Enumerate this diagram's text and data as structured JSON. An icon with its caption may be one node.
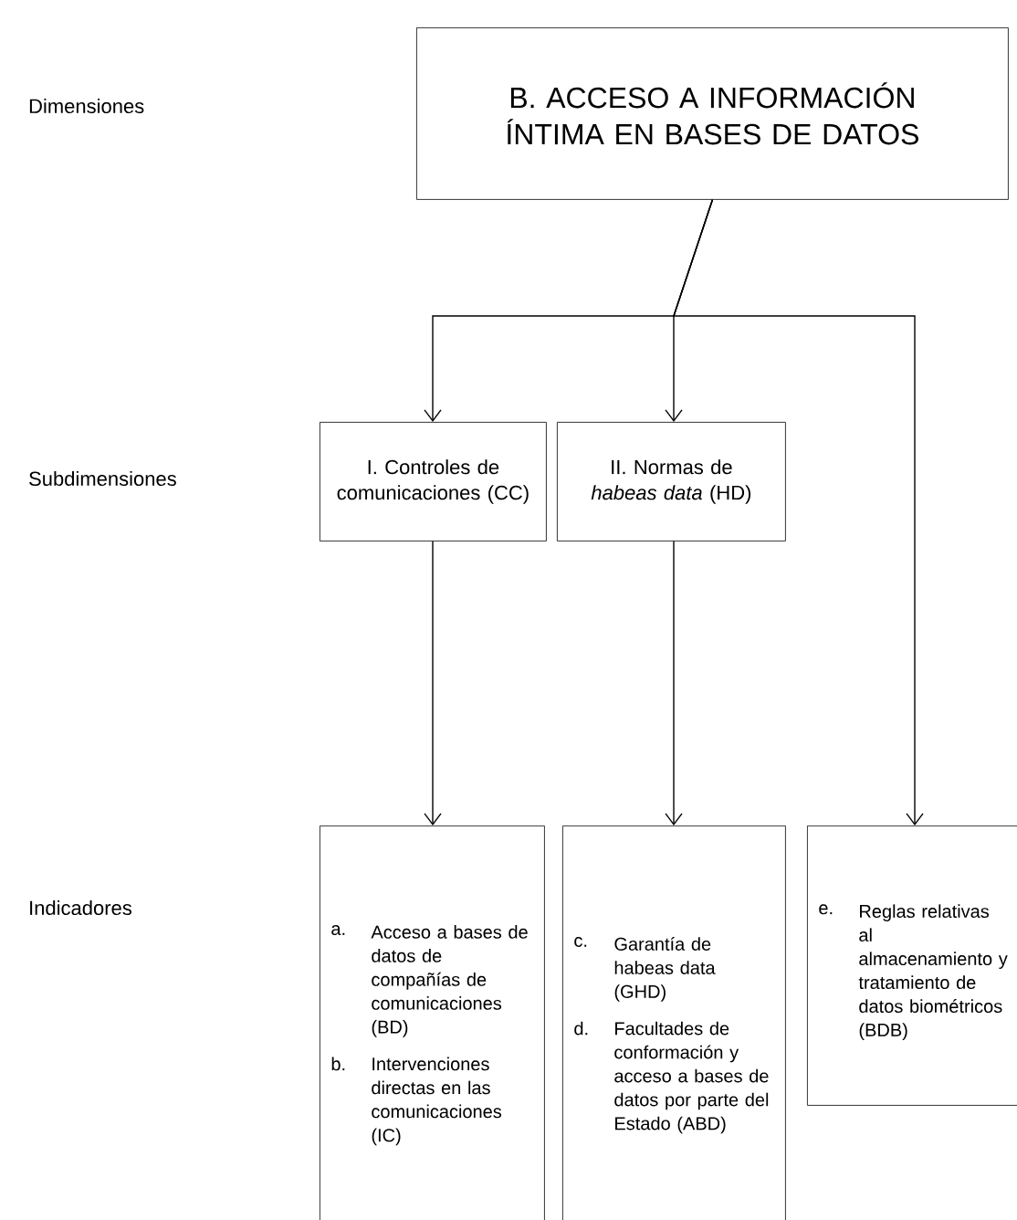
{
  "diagram": {
    "nodes": [
      {
        "text": [
          "B. ACCESO A INFORMACIÓN ÍNTIMA EN BASES DE DATOS"
        ]
      },
      {
        "text": [
          "I. Controles de comunicaciones (CC)"
        ]
      },
      {
        "text": [
          "II. Normas de *habeas data* (HD)"
        ]
      },
      {
        "text": [
          "a.",
          "Acceso a bases de datos de compañías de comunicaciones (BD)",
          "b.",
          "Intervenciones directas en las comunicaciones (IC)"
        ]
      },
      {
        "text": [
          "c.",
          "Garantía de habeas data (GHD)",
          "d.",
          "Facultades de conformación y acceso a bases de datos por parte del Estado (ABD)"
        ]
      },
      {
        "text": [
          "e.",
          "Reglas relativas al almacenamiento y tratamiento de datos biométricos (BDB)"
        ]
      }
    ],
    "edges": [
      {
        "from": 0,
        "to": 1,
        "arrow": "to"
      },
      {
        "from": 0,
        "to": 2,
        "arrow": "to"
      },
      {
        "from": 0,
        "to": 5,
        "arrow": "to"
      },
      {
        "from": 1,
        "to": 3,
        "arrow": "to"
      },
      {
        "from": 2,
        "to": 4,
        "arrow": "to"
      }
    ],
    "labels": [
      "Dimensiones",
      "Subdimensiones",
      "Indicadores"
    ]
  }
}
